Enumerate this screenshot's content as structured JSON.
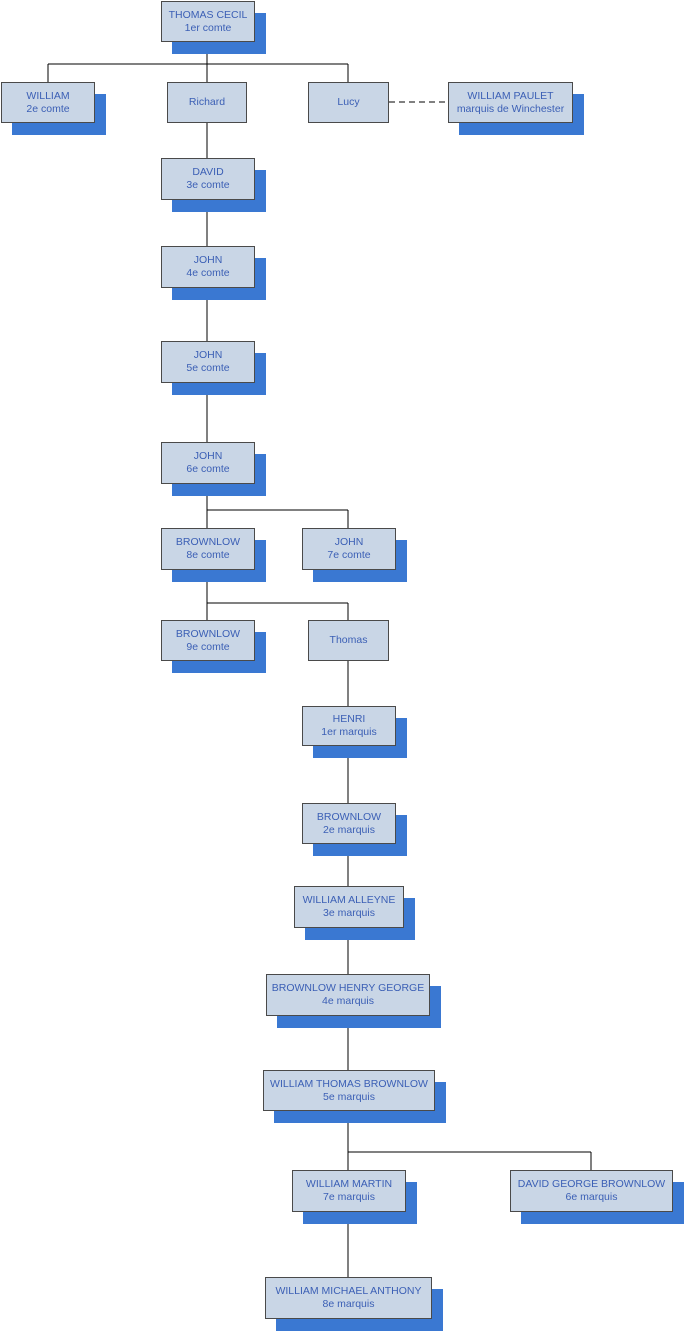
{
  "colors": {
    "box_fill": "#c9d6e6",
    "shadow": "#3a78d2",
    "text": "#3b5fb5",
    "line": "#000000"
  },
  "nodes": {
    "thomas_cecil": {
      "name": "THOMAS CECIL",
      "title": "1er comte"
    },
    "william_2": {
      "name": "WILLIAM",
      "title": "2e comte"
    },
    "richard": {
      "name": "Richard",
      "title": ""
    },
    "lucy": {
      "name": "Lucy",
      "title": ""
    },
    "william_paulet": {
      "name": "WILLIAM PAULET",
      "title": "marquis de Winchester"
    },
    "david_3": {
      "name": "DAVID",
      "title": "3e comte"
    },
    "john_4": {
      "name": "JOHN",
      "title": "4e comte"
    },
    "john_5": {
      "name": "JOHN",
      "title": "5e comte"
    },
    "john_6": {
      "name": "JOHN",
      "title": "6e comte"
    },
    "brownlow_8": {
      "name": "BROWNLOW",
      "title": "8e comte"
    },
    "john_7": {
      "name": "JOHN",
      "title": "7e comte"
    },
    "brownlow_9": {
      "name": "BROWNLOW",
      "title": "9e comte"
    },
    "thomas": {
      "name": "Thomas",
      "title": ""
    },
    "henri": {
      "name": "HENRI",
      "title": "1er marquis"
    },
    "brownlow_m2": {
      "name": "BROWNLOW",
      "title": "2e marquis"
    },
    "william_alleyne": {
      "name": "WILLIAM ALLEYNE",
      "title": "3e marquis"
    },
    "brownlow_henry_george": {
      "name": "BROWNLOW HENRY GEORGE",
      "title": "4e marquis"
    },
    "william_thomas_brownlow": {
      "name": "WILLIAM THOMAS BROWNLOW",
      "title": "5e marquis"
    },
    "william_martin": {
      "name": "WILLIAM MARTIN",
      "title": "7e marquis"
    },
    "david_george_brownlow": {
      "name": "DAVID GEORGE BROWNLOW",
      "title": "6e marquis"
    },
    "william_michael_anthony": {
      "name": "WILLIAM MICHAEL ANTHONY",
      "title": "8e marquis"
    }
  }
}
